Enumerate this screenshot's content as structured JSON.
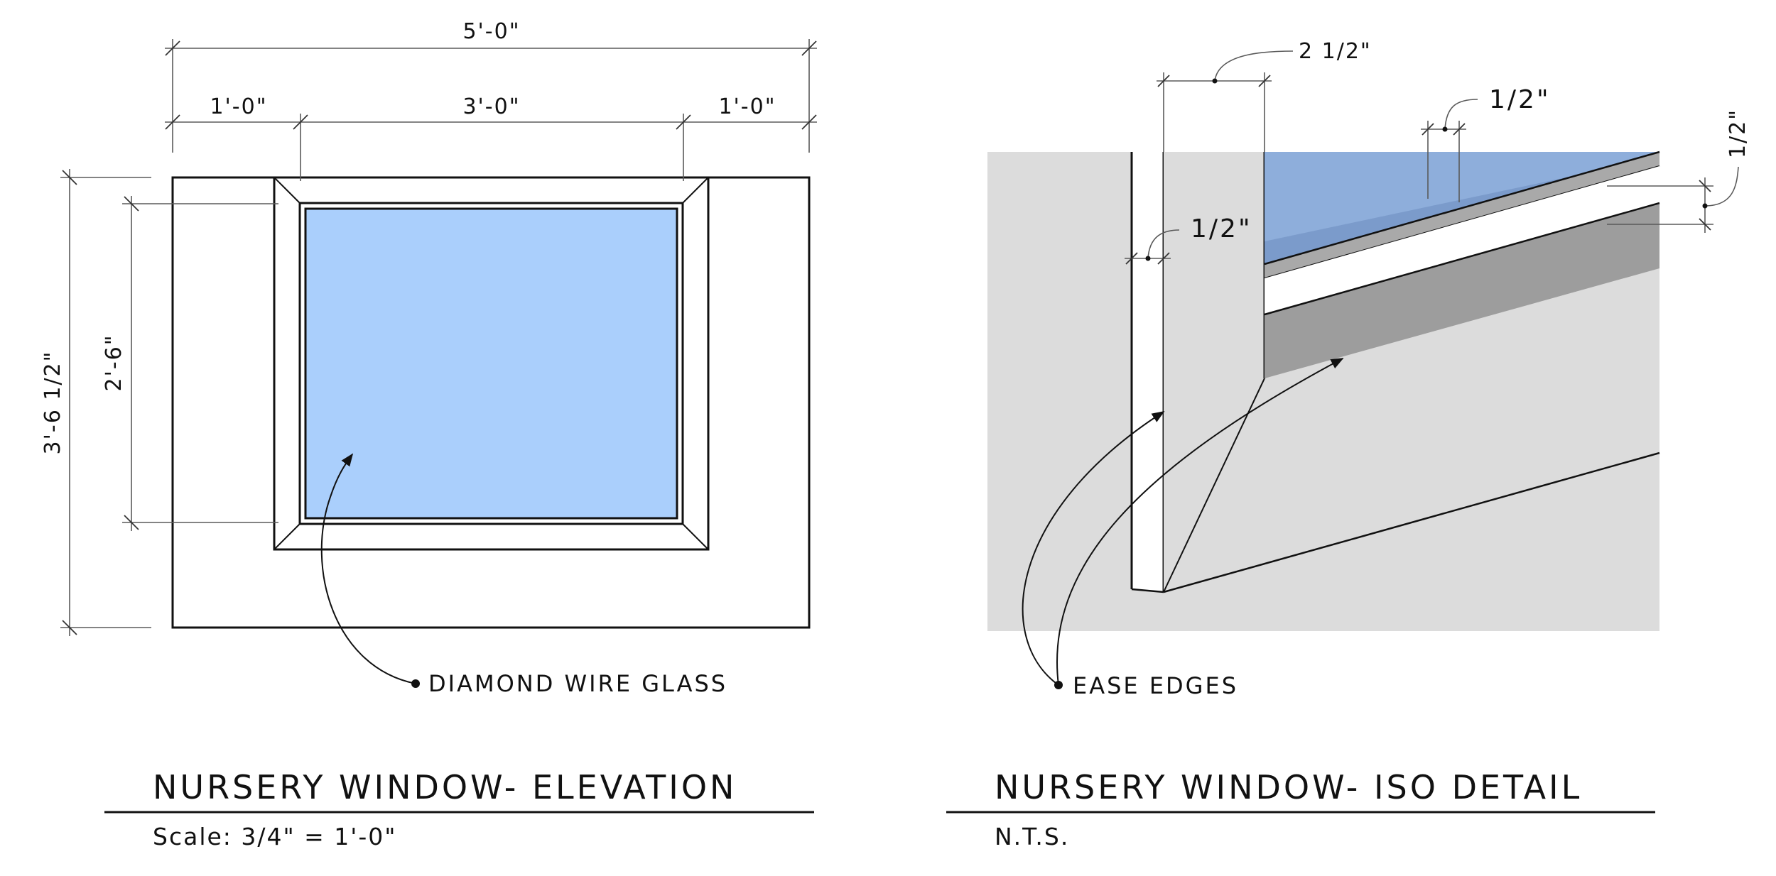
{
  "elevation": {
    "dim_overall_width": "5'-0\"",
    "dim_left": "1'-0\"",
    "dim_center": "3'-0\"",
    "dim_right": "1'-0\"",
    "dim_overall_height": "3'-6 1/2\"",
    "dim_opening_height": "2'-6\"",
    "callout_glass": "DIAMOND WIRE GLASS",
    "title": "NURSERY WINDOW- ELEVATION",
    "scale": "Scale: 3/4\" = 1'-0\""
  },
  "iso_detail": {
    "dim_top_width": "2 1/2\"",
    "dim_glass_frame": "1/2\"",
    "dim_side": "1/2\"",
    "dim_right": "1/2\"",
    "callout_edges": "EASE EDGES",
    "title": "NURSERY WINDOW- ISO DETAIL",
    "scale": "N.T.S."
  },
  "colors": {
    "glass": "#aacffc",
    "glass_iso": "#8eaedb",
    "glass_iso_dark": "#7b9bcb",
    "wall": "#dcdcdc",
    "sill_face": "#9d9d9d",
    "stop": "#a9a9a9"
  }
}
